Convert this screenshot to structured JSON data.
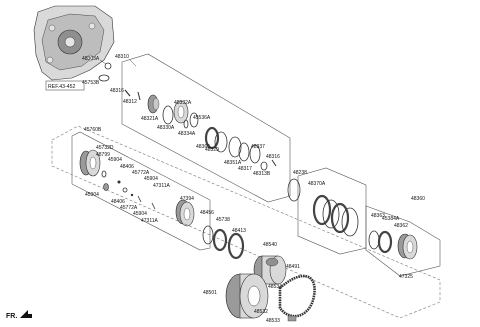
{
  "diagram": {
    "ref_label": "REF.43-452",
    "corner_label": "FR.",
    "part_numbers": {
      "p48303A": "48303A",
      "p45753B": "45753B",
      "p48310": "48310",
      "p48316a": "48316",
      "p48312": "48312",
      "p48332A": "48332A",
      "p48321A": "48321A",
      "p45536A": "45536A",
      "p48330A": "48330A",
      "p48334A": "48334A",
      "p45760B": "45760B",
      "p45732D": "45732D",
      "p48799": "48799",
      "p45904a": "45904",
      "p48406a": "48406",
      "p45772Aa": "45772A",
      "p45904b": "45904",
      "p45904c": "45904",
      "p47311Aa": "47311A",
      "p48406b": "48406",
      "p47394": "47394",
      "p45772Ab": "45772A",
      "p45904d": "45904",
      "p47311Ab": "47311A",
      "p48360": "48360",
      "p48329": "48329",
      "p48337": "48337",
      "p48351A": "48351A",
      "p48316b": "48316",
      "p48317": "48317",
      "p48313B": "48313B",
      "p48238": "48238",
      "p48370A": "48370A",
      "p48360b": "48360",
      "p48363": "48363",
      "p45384A": "45384A",
      "p48362": "48362",
      "p47325": "47325",
      "p48456": "48456",
      "p45738": "45738",
      "p48413": "48413",
      "p48540": "48540",
      "p48491": "48491",
      "p48534": "48534",
      "p48501": "48501",
      "p48532": "48532",
      "p48533": "48533"
    }
  }
}
